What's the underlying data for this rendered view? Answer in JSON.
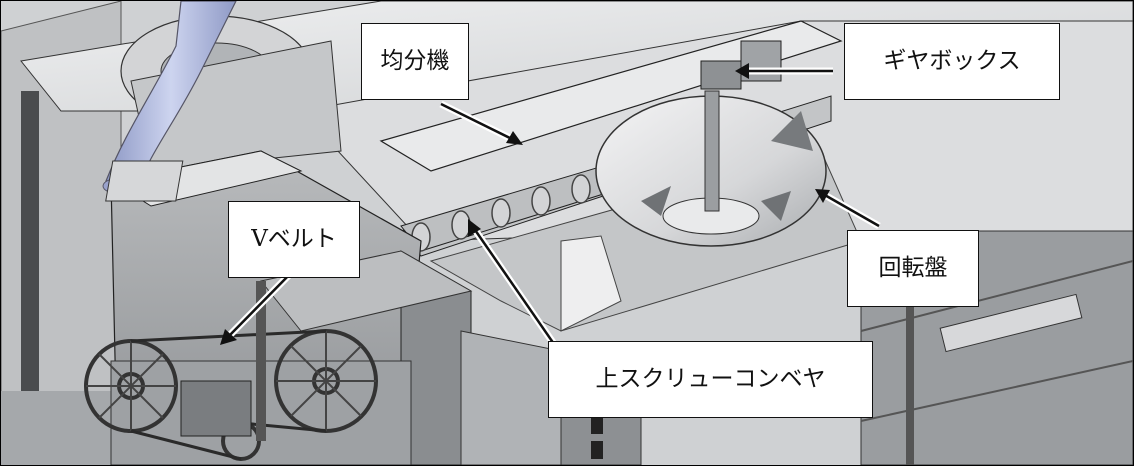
{
  "callouts": {
    "distributor": "均分機",
    "gearbox": "ギヤボックス",
    "v_belt": "Vベルト",
    "turntable": "回転盤",
    "upper_screw_conveyor": "上スクリューコンベヤ"
  },
  "colors": {
    "metal_light": "#e6e7e8",
    "metal_mid": "#c9cbcd",
    "metal_dark": "#7d8083",
    "duct": "#b7c0e0",
    "outline": "#2a2a2a"
  }
}
